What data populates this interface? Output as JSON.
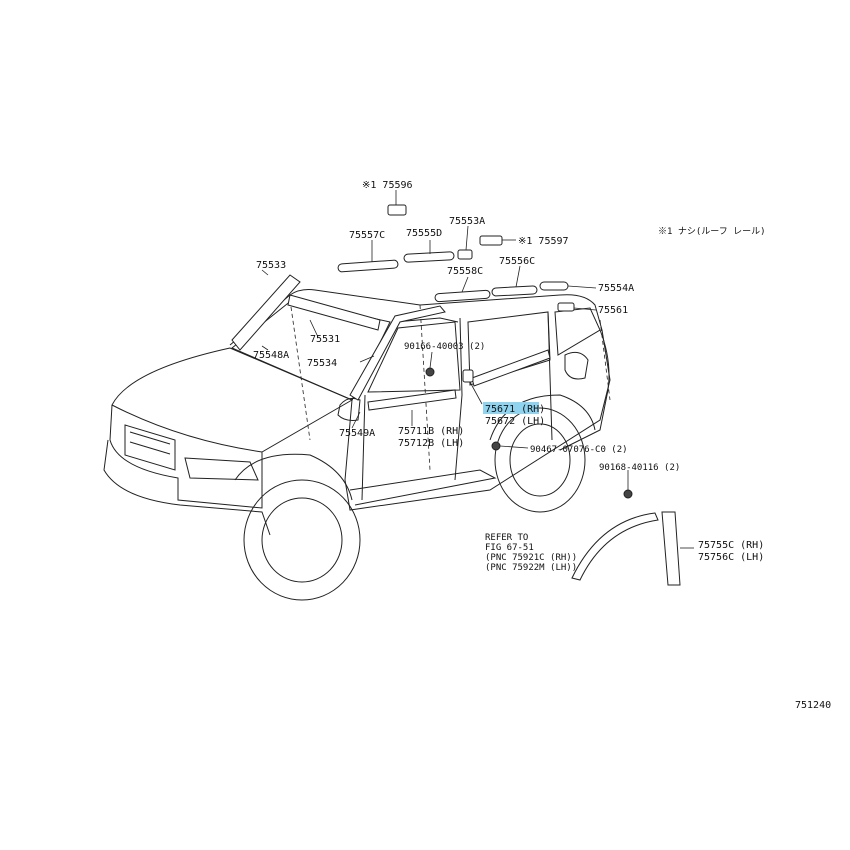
{
  "diagram": {
    "figure_id": "751240",
    "legend_note": "※1 ナシ(ルーフ レール)",
    "labels": {
      "p75596": "※1 75596",
      "p75553A": "75553A",
      "p75597": "※1 75597",
      "p75557C": "75557C",
      "p75555D": "75555D",
      "p75533": "75533",
      "p75558C": "75558C",
      "p75556C": "75556C",
      "p75554A": "75554A",
      "p75561": "75561",
      "p75531": "75531",
      "p75548A": "75548A",
      "p90166": "90166-40003 (2)",
      "p75534": "75534",
      "p75671": "75671 (RH)",
      "p75672": "75672 (LH)",
      "p75549A": "75549A",
      "p75711B": "75711B (RH)",
      "p75712B": "75712B (LH)",
      "p90467": "90467-07076-C0 (2)",
      "p90168": "90168-40116 (2)",
      "refer1": "REFER TO",
      "refer2": "FIG 67-51",
      "refer3": "(PNC 75921C (RH))",
      "refer4": "(PNC 75922M (LH))",
      "p75755C": "75755C (RH)",
      "p75756C": "75756C (LH)"
    }
  }
}
